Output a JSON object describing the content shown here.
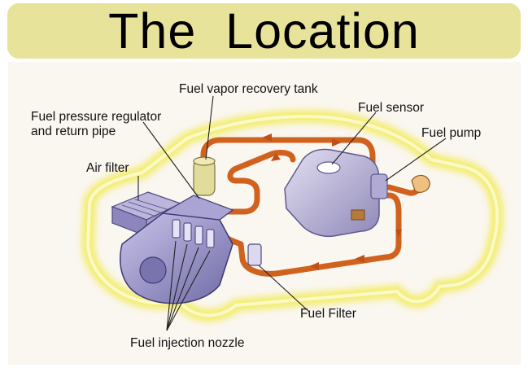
{
  "title": "The  Location",
  "labels": {
    "vapor_tank": "Fuel  vapor recovery tank",
    "pressure_regulator": "Fuel pressure regulator\nand return pipe",
    "fuel_sensor": "Fuel sensor",
    "fuel_pump": "Fuel  pump",
    "air_filter": "Air filter",
    "fuel_filter": "Fuel Filter",
    "injection_nozzle": "Fuel injection nozzle"
  },
  "colors": {
    "title_bg": "#e8e39a",
    "car_outline_glow": "#f2ec5a",
    "fuel_line": "#d0621e",
    "engine": "#9a94c8",
    "tank": "#b9b2d6"
  }
}
